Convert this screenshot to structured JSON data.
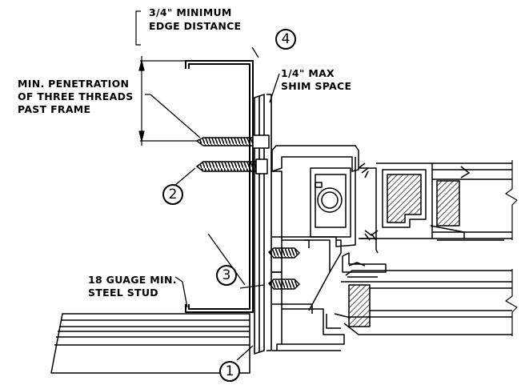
{
  "labels": {
    "edge_distance_line1": "3/4\" MINIMUM",
    "edge_distance_line2": "EDGE DISTANCE",
    "shim_line1": "1/4\" MAX",
    "shim_line2": "SHIM SPACE",
    "penetration_line1": "MIN. PENETRATION",
    "penetration_line2": "OF THREE THREADS",
    "penetration_line3": "PAST FRAME",
    "stud_line1": "18 GUAGE MIN.",
    "stud_line2": "STEEL STUD"
  },
  "callouts": {
    "c1": "1",
    "c2": "2",
    "c3": "3",
    "c4": "4"
  }
}
